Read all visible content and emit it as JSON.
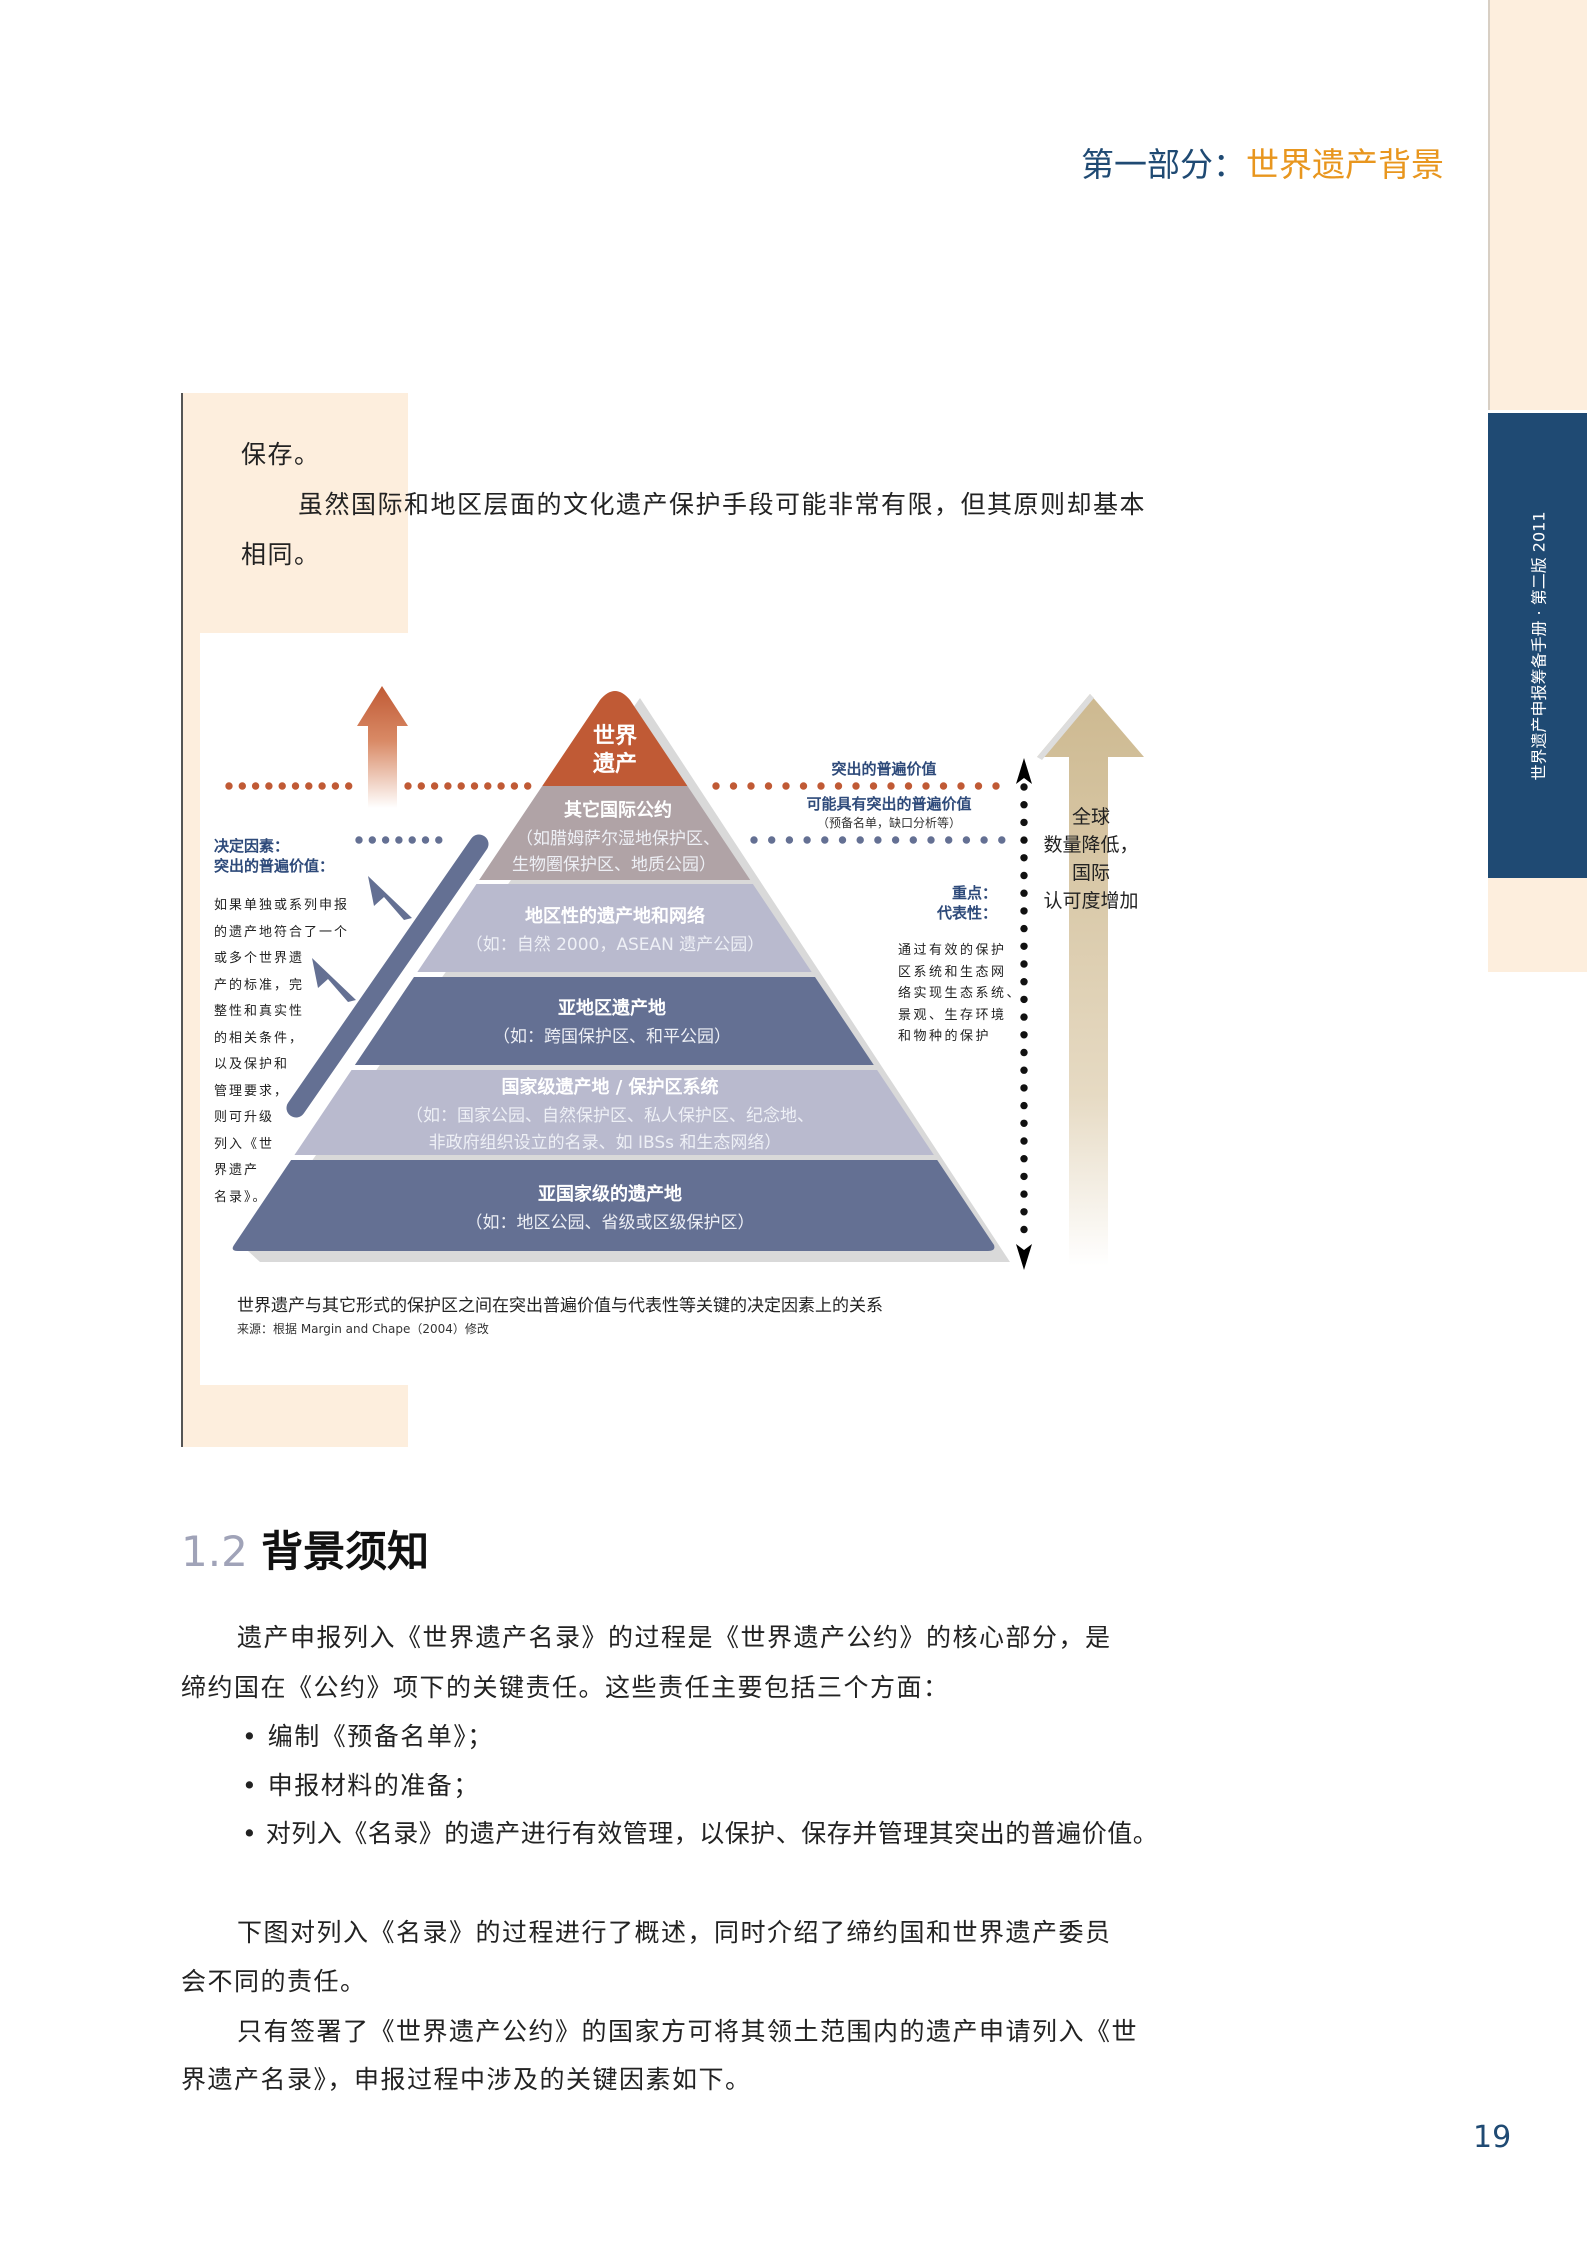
{
  "header": {
    "part": "第一部分：",
    "title": "世界遗产背景"
  },
  "side_tab": {
    "text": "世界遗产申报筹备手册 · 第二版 2011"
  },
  "intro": {
    "lines": [
      "保存。",
      "虽然国际和地区层面的文化遗产保护手段可能非常有限，但其原则却基本",
      "相同。"
    ]
  },
  "figure": {
    "layers": [
      {
        "title": "世界",
        "title2": "遗产"
      },
      {
        "title": "其它国际公约",
        "sub": [
          "（如腊姆萨尔湿地保护区、",
          "生物圈保护区、地质公园）"
        ]
      },
      {
        "title": "地区性的遗产地和网络",
        "sub": [
          "（如：自然 2000，ASEAN 遗产公园）"
        ]
      },
      {
        "title": "亚地区遗产地",
        "sub": [
          "（如：跨国保护区、和平公园）"
        ]
      },
      {
        "title": "国家级遗产地 / 保护区系统",
        "sub": [
          "（如：国家公园、自然保护区、私人保护区、纪念地、",
          "非政府组织设立的名录、如 IBSs 和生态网络）"
        ]
      },
      {
        "title": "亚国家级的遗产地",
        "sub": [
          "（如：地区公园、省级或区级保护区）"
        ]
      }
    ],
    "ouv_label": "突出的普遍价值",
    "potential_label": "可能具有突出的普遍价值",
    "potential_sub": "（预备名单，缺口分析等）",
    "left_heading": [
      "决定因素：",
      "突出的普遍价值："
    ],
    "left_text": [
      "如果单独或系列申报",
      "的遗产地符合了一个",
      "或多个世界遗",
      "产的标准，完",
      "整性和真实性",
      "的相关条件，",
      "以及保护和",
      "管理要求，",
      "则可升级",
      "列入《世",
      "界遗产",
      "名录》。"
    ],
    "right_heading": [
      "重点：",
      "代表性："
    ],
    "right_text": [
      "通过有效的保护",
      "区系统和生态网",
      "络实现生态系统、",
      "景观、生存环境",
      "和物种的保护"
    ],
    "arrow_text": [
      "全球",
      "数量降低，",
      "国际",
      "认可度增加"
    ],
    "caption": "世界遗产与其它形式的保护区之间在突出普遍价值与代表性等关键的决定因素上的关系",
    "source": "来源：根据 Margin and Chape（2004）修改",
    "colors": {
      "red": "#c05a35",
      "mauve": "#b0a3a6",
      "light": "#b9bace",
      "dark": "#647093",
      "tan": "#cdb990"
    }
  },
  "section": {
    "number": "1.2",
    "title": "背景须知"
  },
  "body": {
    "p1": [
      "遗产申报列入《世界遗产名录》的过程是《世界遗产公约》的核心部分，是",
      "缔约国在《公约》项下的关键责任。这些责任主要包括三个方面："
    ],
    "bullets": [
      "编制《预备名单》；",
      "申报材料的准备；",
      "对列入《名录》的遗产进行有效管理，以保护、保存并管理其突出的普遍价值。"
    ],
    "p2": [
      "下图对列入《名录》的过程进行了概述，同时介绍了缔约国和世界遗产委员",
      "会不同的责任。"
    ],
    "p3": [
      "只有签署了《世界遗产公约》的国家方可将其领土范围内的遗产申请列入《世",
      "界遗产名录》，申报过程中涉及的关键因素如下。"
    ]
  },
  "page_number": "19"
}
